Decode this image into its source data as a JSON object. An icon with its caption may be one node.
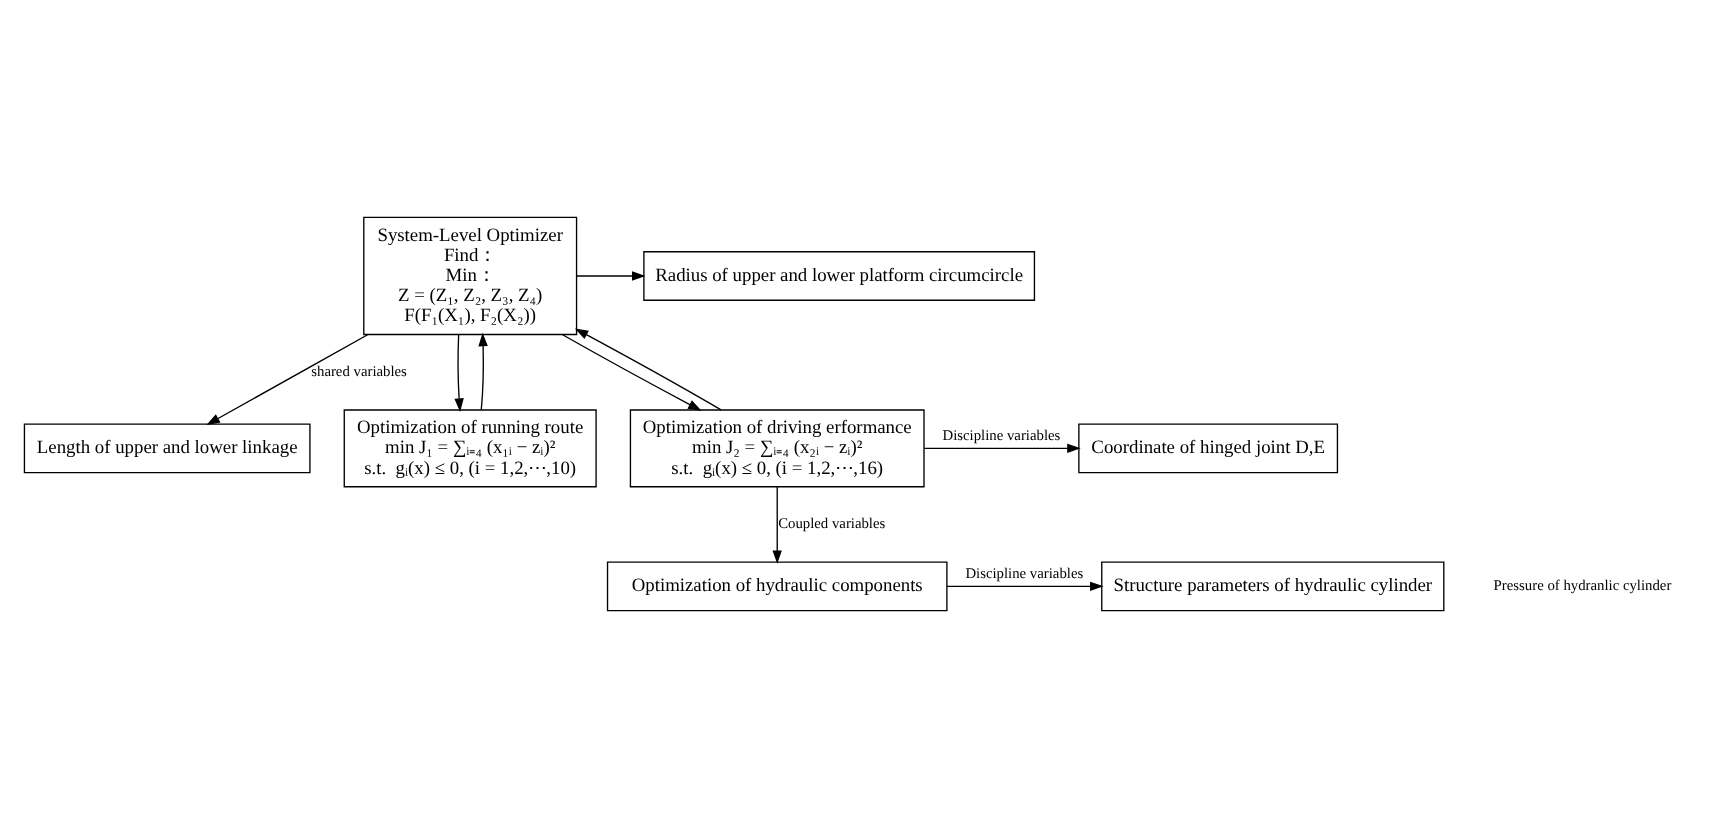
{
  "diagram": {
    "nodes": [
      {
        "text": [
          "System-Level Optimizer",
          "Find：",
          "Min：",
          "Z = (Z₁, Z₂, Z₃, Z₄)",
          "F(F₁(X₁), F₂(X₂))"
        ]
      },
      {
        "text": [
          "Length of upper and lower linkage"
        ]
      },
      {
        "text": [
          "Radius of upper and lower platform circumcircle"
        ]
      },
      {
        "text": [
          "Optimization of running route",
          "min J₁ = ∑ᵢ₌₄ (x₁ᵢ − zᵢ)²",
          "s.t.  gᵢ(x) ≤ 0, (i = 1,2,⋯,10)"
        ]
      },
      {
        "text": [
          "Optimization of driving erformance",
          "min J₂ = ∑ᵢ₌₄ (x₂ᵢ − zᵢ)²",
          "s.t.  gᵢ(x) ≤ 0, (i = 1,2,⋯,16)"
        ]
      },
      {
        "text": [
          "Coordinate of hinged joint D,E"
        ]
      },
      {
        "text": [
          "Optimization of hydraulic components"
        ]
      },
      {
        "text": [
          "Structure parameters of hydraulic cylinder"
        ]
      }
    ],
    "edges": [
      {
        "from": 0,
        "to": 1,
        "arrow": "to",
        "label": "shared variables"
      },
      {
        "from": 0,
        "to": 2,
        "arrow": "to"
      },
      {
        "from": 3,
        "to": 0,
        "arrow": "to"
      },
      {
        "from": 0,
        "to": 3,
        "arrow": "to"
      },
      {
        "from": 4,
        "to": 0,
        "arrow": "to"
      },
      {
        "from": 0,
        "to": 4,
        "arrow": "to"
      },
      {
        "from": 4,
        "to": 5,
        "arrow": "to",
        "label": "Discipline variables"
      },
      {
        "from": 4,
        "to": 6,
        "arrow": "to",
        "label": "Coupled variables"
      },
      {
        "from": 6,
        "to": 7,
        "arrow": "to",
        "label": "Discipline variables"
      }
    ],
    "labels": [
      "Pressure of hydranlic cylinder"
    ]
  }
}
